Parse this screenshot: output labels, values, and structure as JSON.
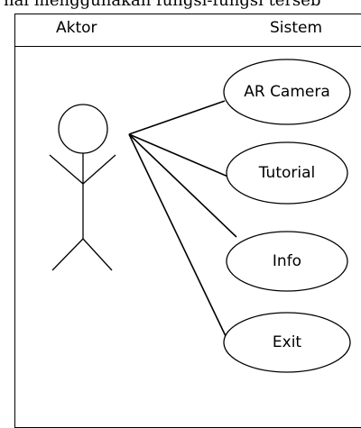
{
  "header_cut_text": "nal menggunakan fungsi-fungsi terseb",
  "columns": {
    "left": "Aktor",
    "right": "Sistem"
  },
  "use_cases": [
    {
      "label": "AR Camera"
    },
    {
      "label": "Tutorial"
    },
    {
      "label": "Info"
    },
    {
      "label": "Exit"
    }
  ]
}
